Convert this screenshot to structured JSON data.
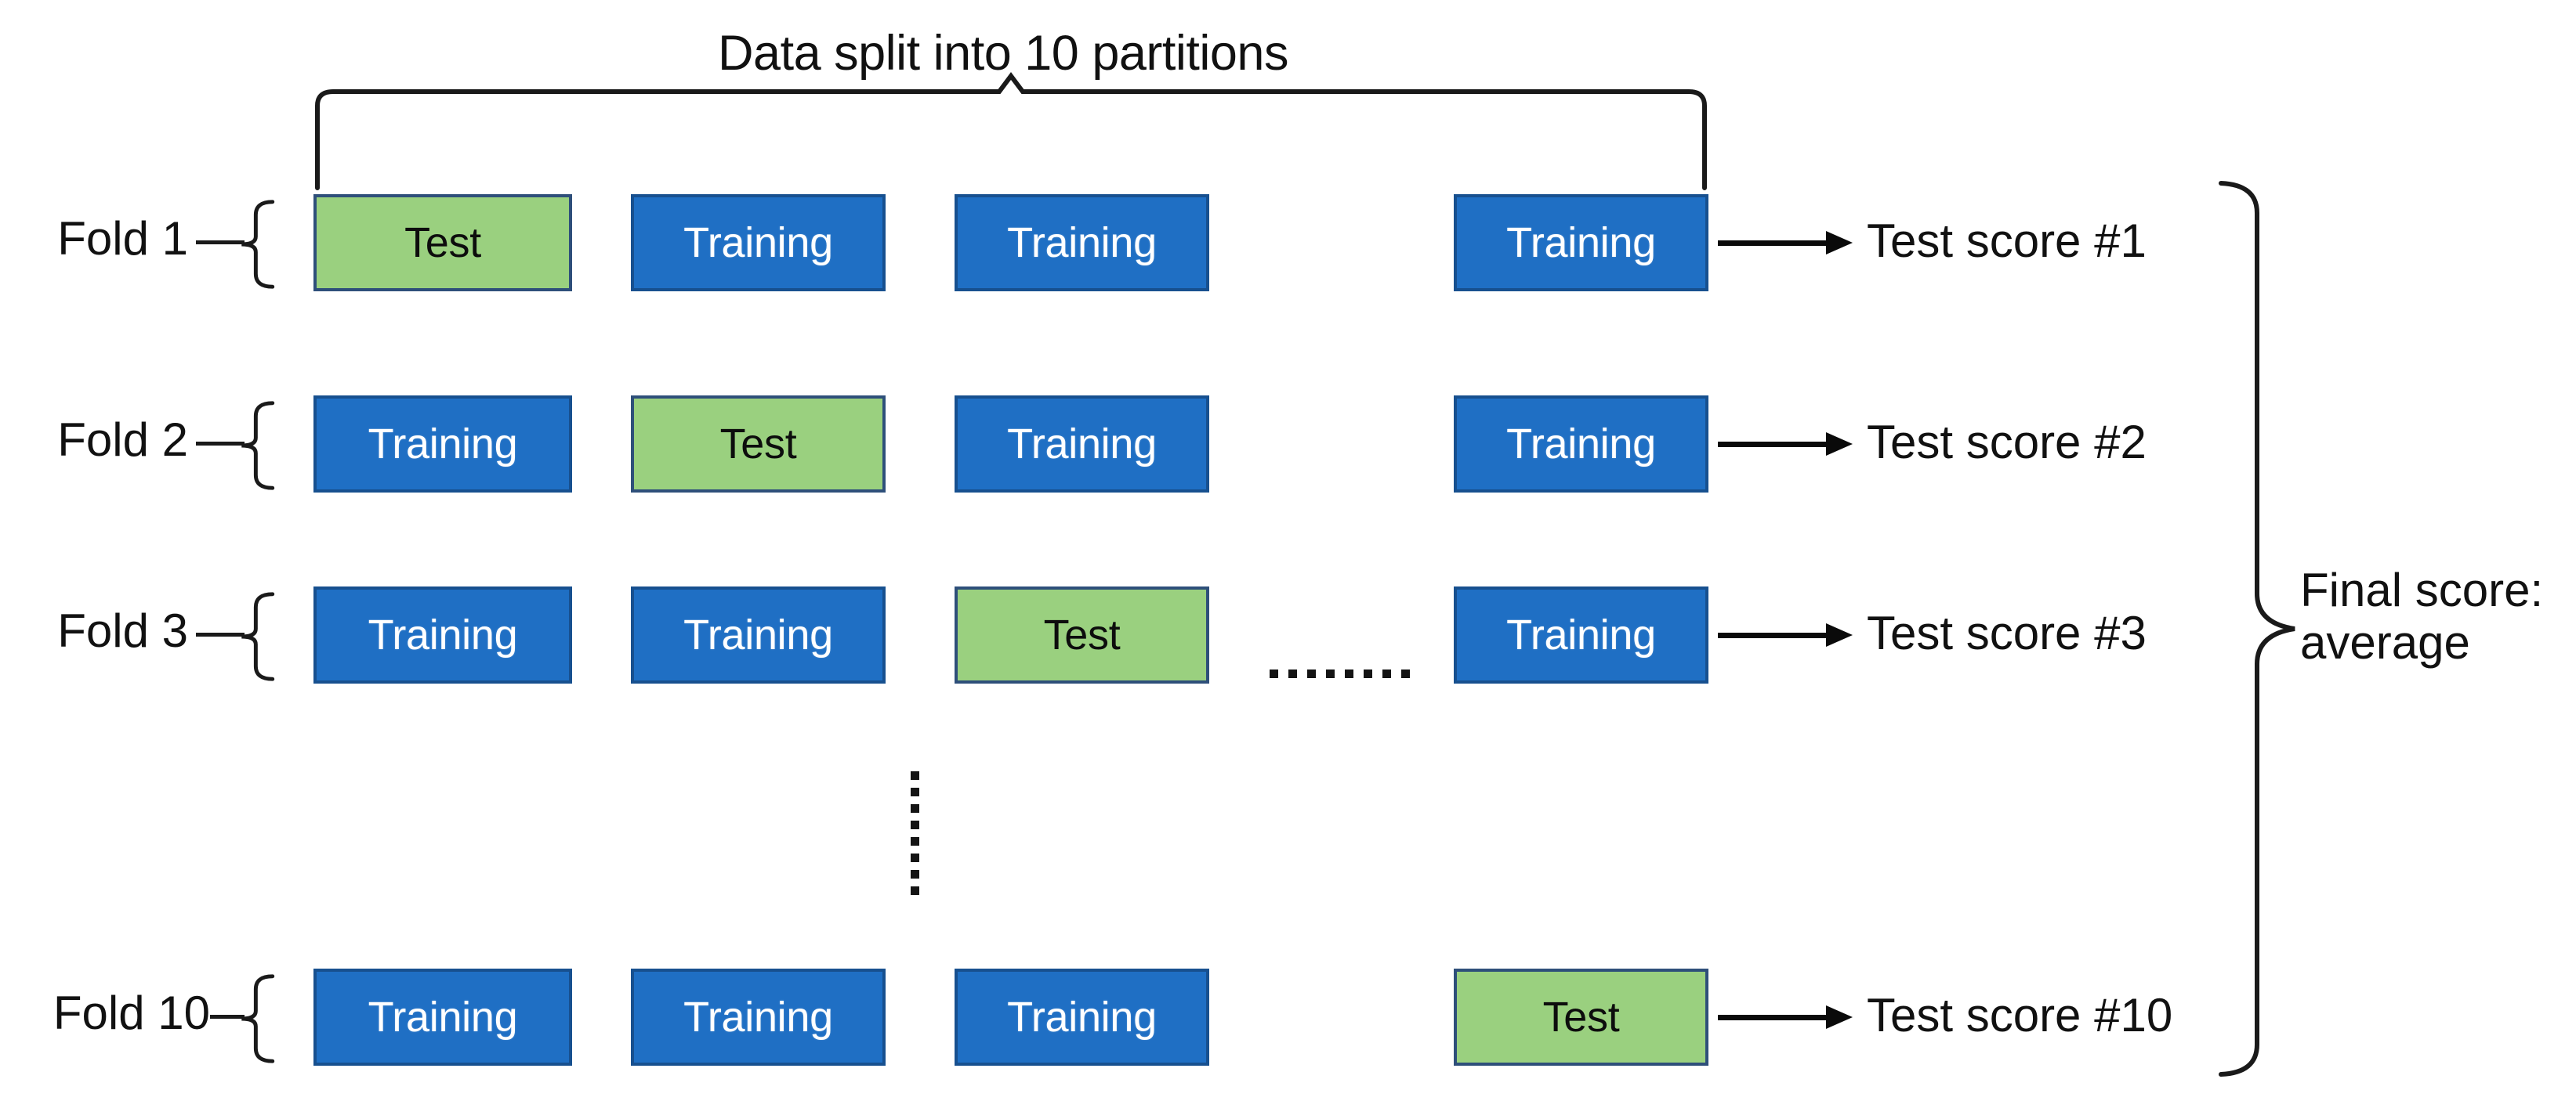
{
  "diagram": {
    "title": "Data split into 10 partitions",
    "final_score_label": "Final score:\naverage",
    "horizontal_ellipsis": "........",
    "vertical_ellipsis": "⋮",
    "colors": {
      "training_fill": "#1F6FC4",
      "training_border": "#17508F",
      "test_fill": "#9AD07F",
      "test_border": "#2E4F7A",
      "line": "#1a1a1a",
      "text": "#111111",
      "background": "#ffffff"
    },
    "labels": {
      "training": "Training",
      "test": "Test"
    },
    "folds": [
      {
        "name": "Fold 1",
        "cells": [
          "Test",
          "Training",
          "Training",
          "Training"
        ],
        "kinds": [
          "test",
          "training",
          "training",
          "training"
        ],
        "score": "Test score #1"
      },
      {
        "name": "Fold 2",
        "cells": [
          "Training",
          "Test",
          "Training",
          "Training"
        ],
        "kinds": [
          "training",
          "test",
          "training",
          "training"
        ],
        "score": "Test score #2"
      },
      {
        "name": "Fold 3",
        "cells": [
          "Training",
          "Training",
          "Test",
          "Training"
        ],
        "kinds": [
          "training",
          "training",
          "test",
          "training"
        ],
        "score": "Test score #3"
      },
      {
        "name": "Fold 10",
        "cells": [
          "Training",
          "Training",
          "Training",
          "Test"
        ],
        "kinds": [
          "training",
          "training",
          "training",
          "test"
        ],
        "score": "Test score #10"
      }
    ]
  }
}
